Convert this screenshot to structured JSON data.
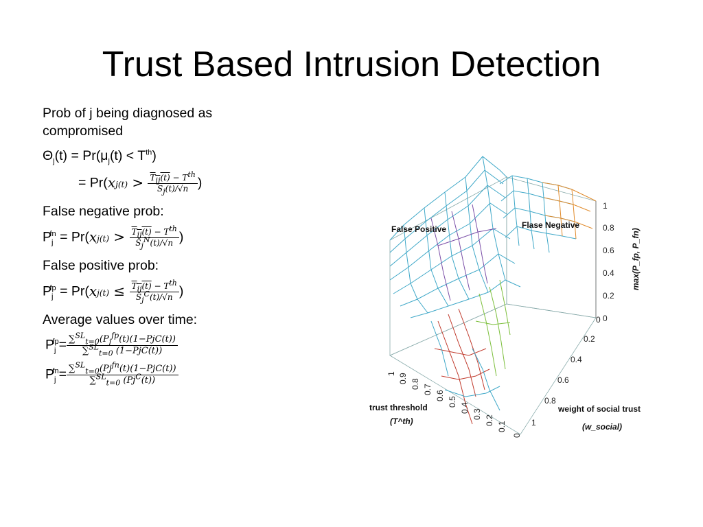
{
  "slide": {
    "title": "Trust Based Intrusion Detection"
  },
  "text": {
    "l1a": "Prob of j being diagnosed as",
    "l1b": "compromised",
    "theta_a": "Θ",
    "theta_sub": "j",
    "theta_b": "(t) = Pr(μ",
    "theta_sub2": "j",
    "theta_c": "(t) < T",
    "theta_sup": "th",
    "theta_d": ")",
    "eq2_pre": "= Pr(",
    "fn_label": "False negative prob:",
    "fp_label": "False positive prob:",
    "avg_label": "Average values over time:",
    "pj": "P",
    "j": "j",
    "fn": "fn",
    "fp": "fp",
    "eqpr": " = Pr(",
    "close": ")",
    "eq_sign": "="
  },
  "figure": {
    "false_positive_label": "False Positive",
    "false_negative_label": "Flase Negative",
    "z_axis_label": "max(P_fp, P_fn)",
    "z_ticks": [
      "1",
      "0.8",
      "0.6",
      "0.4",
      "0.2",
      "0"
    ],
    "x_axis_label": "trust threshold",
    "x_axis_symbol": "(T^th)",
    "x_ticks": [
      "1",
      "0.9",
      "0.8",
      "0.7",
      "0.6",
      "0.5",
      "0.4",
      "0.3",
      "0.2",
      "0.1",
      "0"
    ],
    "y_axis_label": "weight of social trust",
    "y_axis_symbol": "(w_social)",
    "y_ticks": [
      "0",
      "0.2",
      "0.4",
      "0.6",
      "0.8",
      "1"
    ],
    "colors": {
      "fp_mesh": "#3fa8c8",
      "fn_mesh": "#e08a2a",
      "red": "#c0392b",
      "green": "#7cbf3c",
      "purple": "#7b4fa8"
    }
  }
}
